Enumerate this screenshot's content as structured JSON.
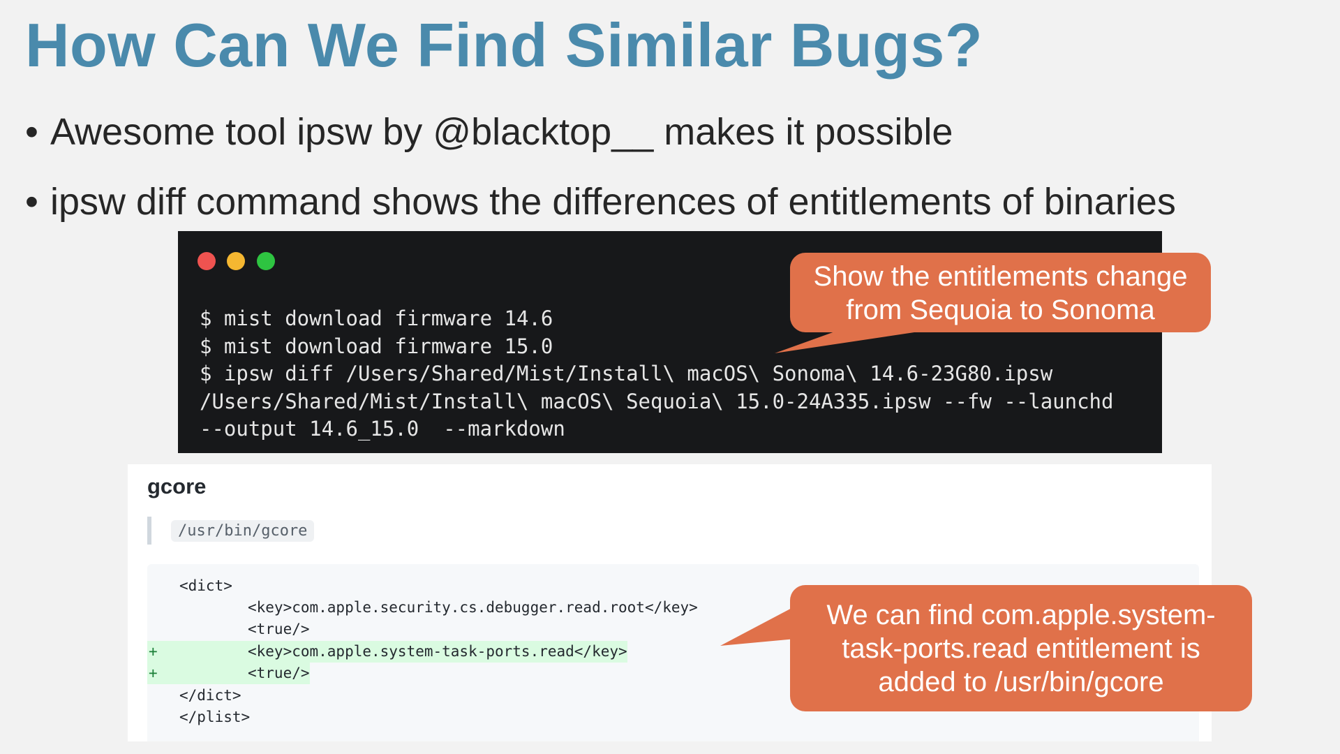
{
  "slide": {
    "title": "How Can We Find Similar Bugs?",
    "bullets": [
      "Awesome tool ipsw by @blacktop__ makes it possible",
      "ipsw diff command shows the differences of entitlements of binaries"
    ],
    "bullet_glyph": "•"
  },
  "terminal": {
    "lines": [
      "$ mist download firmware 14.6",
      "$ mist download firmware 15.0",
      "$ ipsw diff /Users/Shared/Mist/Install\\ macOS\\ Sonoma\\ 14.6-23G80.ipsw",
      "/Users/Shared/Mist/Install\\ macOS\\ Sequoia\\ 15.0-24A335.ipsw --fw --launchd",
      "--output 14.6_15.0  --markdown"
    ],
    "colors": {
      "close": "#ef5350",
      "minimize": "#f5b731",
      "maximize": "#2ec441"
    }
  },
  "diff_panel": {
    "heading": "gcore",
    "path": "/usr/bin/gcore",
    "lines": [
      {
        "marker": "",
        "indent": 0,
        "text": "<dict>",
        "added": false
      },
      {
        "marker": "",
        "indent": 1,
        "text": "<key>com.apple.security.cs.debugger.read.root</key>",
        "added": false
      },
      {
        "marker": "",
        "indent": 1,
        "text": "<true/>",
        "added": false
      },
      {
        "marker": "+",
        "indent": 1,
        "text": "<key>com.apple.system-task-ports.read</key>",
        "added": true
      },
      {
        "marker": "+",
        "indent": 1,
        "text": "<true/>",
        "added": true
      },
      {
        "marker": "",
        "indent": 0,
        "text": "</dict>",
        "added": false
      },
      {
        "marker": "",
        "indent": 0,
        "text": "</plist>",
        "added": false
      }
    ]
  },
  "callouts": {
    "top": [
      "Show the entitlements change",
      "from Sequoia to Sonoma"
    ],
    "bottom": [
      "We can find com.apple.system-",
      "task-ports.read entitlement is",
      "added to /usr/bin/gcore"
    ],
    "color": "#e0714a"
  }
}
